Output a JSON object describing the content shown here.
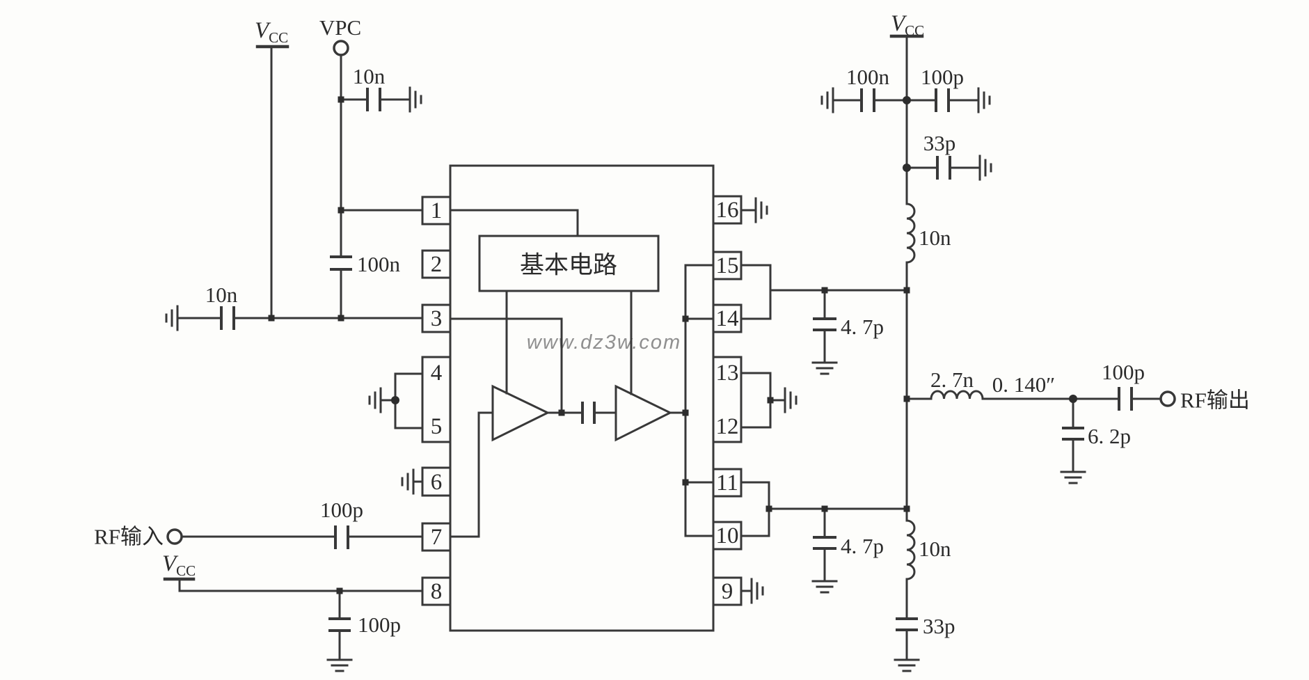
{
  "diagram": {
    "type": "rf-amplifier-circuit-schematic",
    "watermark": "www.dz3w.com",
    "colors": {
      "ink": "#383838",
      "paper": "#fdfdfb",
      "watermark": "#8f8f8f"
    },
    "power": {
      "v": "V",
      "v_sub": "CC",
      "vpc": "VPC"
    },
    "io": {
      "rf_in": "RF输入",
      "rf_out": "RF输出"
    },
    "ic": {
      "core_label": "基本电路",
      "pins_left": [
        "1",
        "2",
        "3",
        "4",
        "5",
        "6",
        "7",
        "8"
      ],
      "pins_right": [
        "16",
        "15",
        "14",
        "13",
        "12",
        "11",
        "10",
        "9"
      ]
    },
    "components": {
      "c10n_vpc": "10n",
      "c100n_vpc": "100n",
      "c10n_pin3": "10n",
      "c100p_rfin": "100p",
      "c100p_pin8": "100p",
      "c100n_vcc": "100n",
      "c100p_vcc": "100p",
      "c33p_vcc": "33p",
      "l10n_top": "10n",
      "c4p7_top": "4. 7p",
      "c4p7_bot": "4. 7p",
      "l10n_bot": "10n",
      "c33p_bot": "33p",
      "l2n7": "2. 7n",
      "stub_len": "0. 140″",
      "c100p_out": "100p",
      "c6p2": "6. 2p"
    }
  }
}
